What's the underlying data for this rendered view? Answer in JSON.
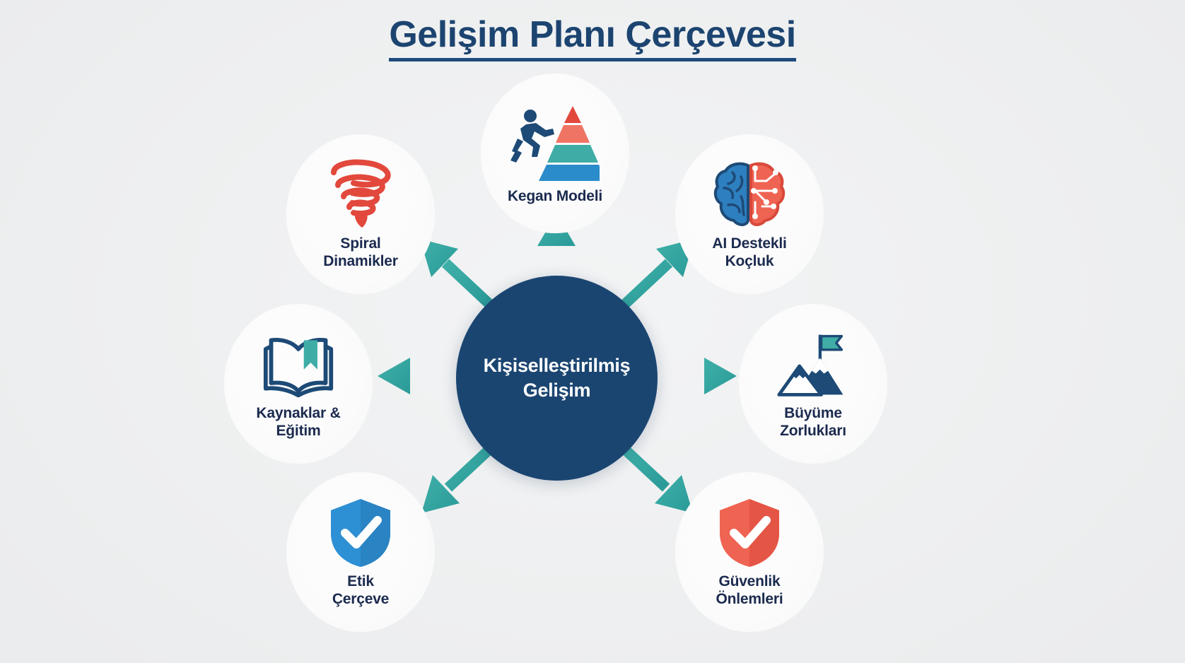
{
  "title": "Gelişim Planı Çerçevesi",
  "colors": {
    "background": "#eff0f1",
    "title": "#1c4470",
    "hub_fill": "#1b4571",
    "hub_text": "#ffffff",
    "arrow": "#33a7a2",
    "label_text": "#1b2a4e",
    "node_fill": "#fbfbfb",
    "accent_red": "#e2463c",
    "accent_blue": "#2e8fd0",
    "accent_teal": "#3fada6",
    "accent_navy": "#1d4a76"
  },
  "hub": {
    "name": "kisisellestirilmis-gelisim",
    "line1": "Kişiselleştirilmiş",
    "line2": "Gelişim"
  },
  "chart_data": {
    "type": "diagram",
    "layout": "hub-and-spoke",
    "title": "Gelişim Planı Çerçevesi",
    "center": "Kişiselleştirilmiş Gelişim",
    "spoke_count": 7,
    "arrow_color": "#33a7a2"
  },
  "nodes": [
    {
      "id": "kegan",
      "icon": "pyramid-climber-icon",
      "label": "Kegan Modeli",
      "label_line1": "Kegan Modeli",
      "label_line2": "",
      "direction": "up"
    },
    {
      "id": "spiral",
      "icon": "tornado-spiral-icon",
      "label": "Spiral Dinamikler",
      "label_line1": "Spiral",
      "label_line2": "Dinamikler",
      "direction": "up-left"
    },
    {
      "id": "ai",
      "icon": "brain-circuit-icon",
      "label": "AI Destekli Koçluk",
      "label_line1": "AI Destekli",
      "label_line2": "Koçluk",
      "direction": "up-right"
    },
    {
      "id": "kaynaklar",
      "icon": "open-book-bookmark-icon",
      "label": "Kaynaklar & Eğitim",
      "label_line1": "Kaynaklar &",
      "label_line2": "Eğitim",
      "direction": "left"
    },
    {
      "id": "buyume",
      "icon": "mountain-flag-icon",
      "label": "Büyüme Zorlukları",
      "label_line1": "Büyüme",
      "label_line2": "Zorlukları",
      "direction": "right"
    },
    {
      "id": "etik",
      "icon": "blue-shield-check-icon",
      "label": "Etik Çerçeve",
      "label_line1": "Etik",
      "label_line2": "Çerçeve",
      "direction": "down-left"
    },
    {
      "id": "guvenlik",
      "icon": "red-shield-check-icon",
      "label": "Güvenlik Önlemleri",
      "label_line1": "Güvenlik",
      "label_line2": "Önlemleri",
      "direction": "down-right"
    }
  ]
}
